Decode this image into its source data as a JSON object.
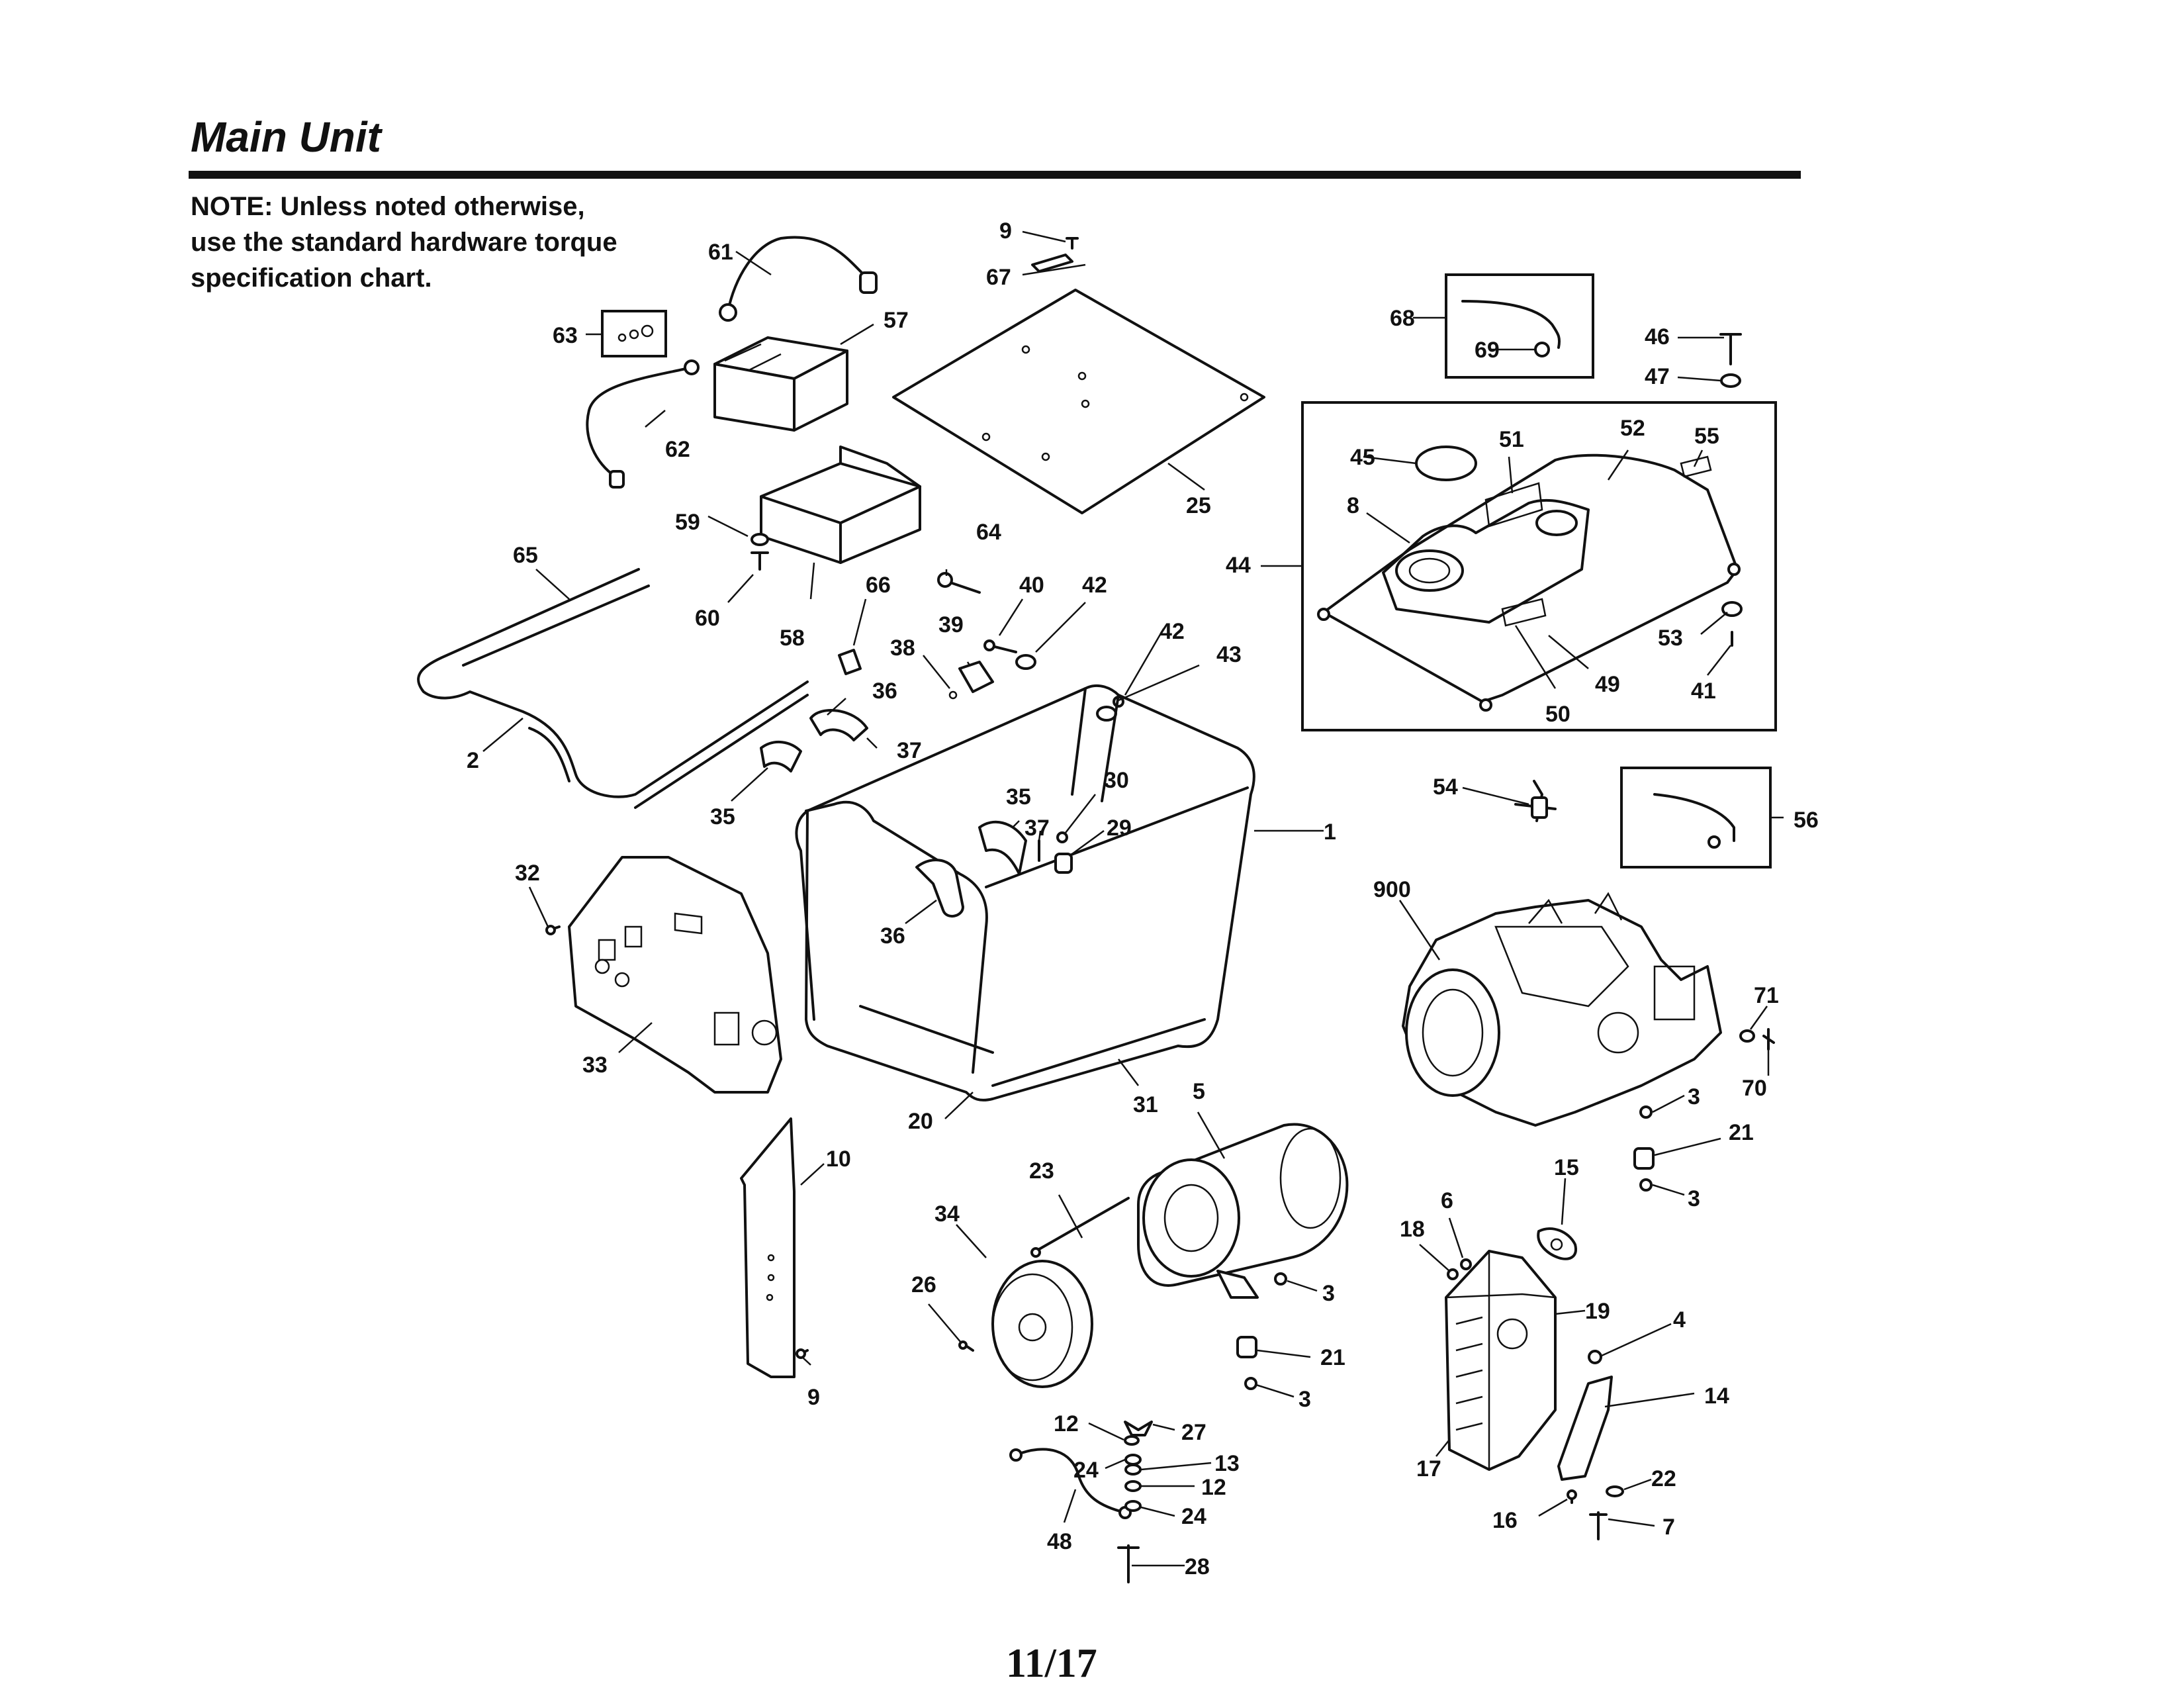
{
  "title": "Main Unit",
  "note": {
    "line1": "NOTE: Unless noted otherwise,",
    "line2": "use the standard hardware torque",
    "line3": "specification chart."
  },
  "page_number": "11/17",
  "callouts": [
    "1",
    "2",
    "3",
    "3",
    "3",
    "3",
    "4",
    "5",
    "6",
    "7",
    "8",
    "9",
    "9",
    "10",
    "12",
    "12",
    "13",
    "14",
    "15",
    "16",
    "17",
    "18",
    "19",
    "20",
    "21",
    "21",
    "22",
    "23",
    "24",
    "24",
    "25",
    "26",
    "27",
    "28",
    "29",
    "30",
    "31",
    "32",
    "33",
    "34",
    "35",
    "35",
    "36",
    "36",
    "37",
    "37",
    "38",
    "39",
    "40",
    "41",
    "42",
    "42",
    "43",
    "44",
    "45",
    "46",
    "47",
    "48",
    "49",
    "50",
    "51",
    "52",
    "53",
    "54",
    "55",
    "56",
    "57",
    "58",
    "59",
    "60",
    "61",
    "62",
    "63",
    "64",
    "65",
    "66",
    "67",
    "68",
    "69",
    "70",
    "71",
    "900"
  ]
}
